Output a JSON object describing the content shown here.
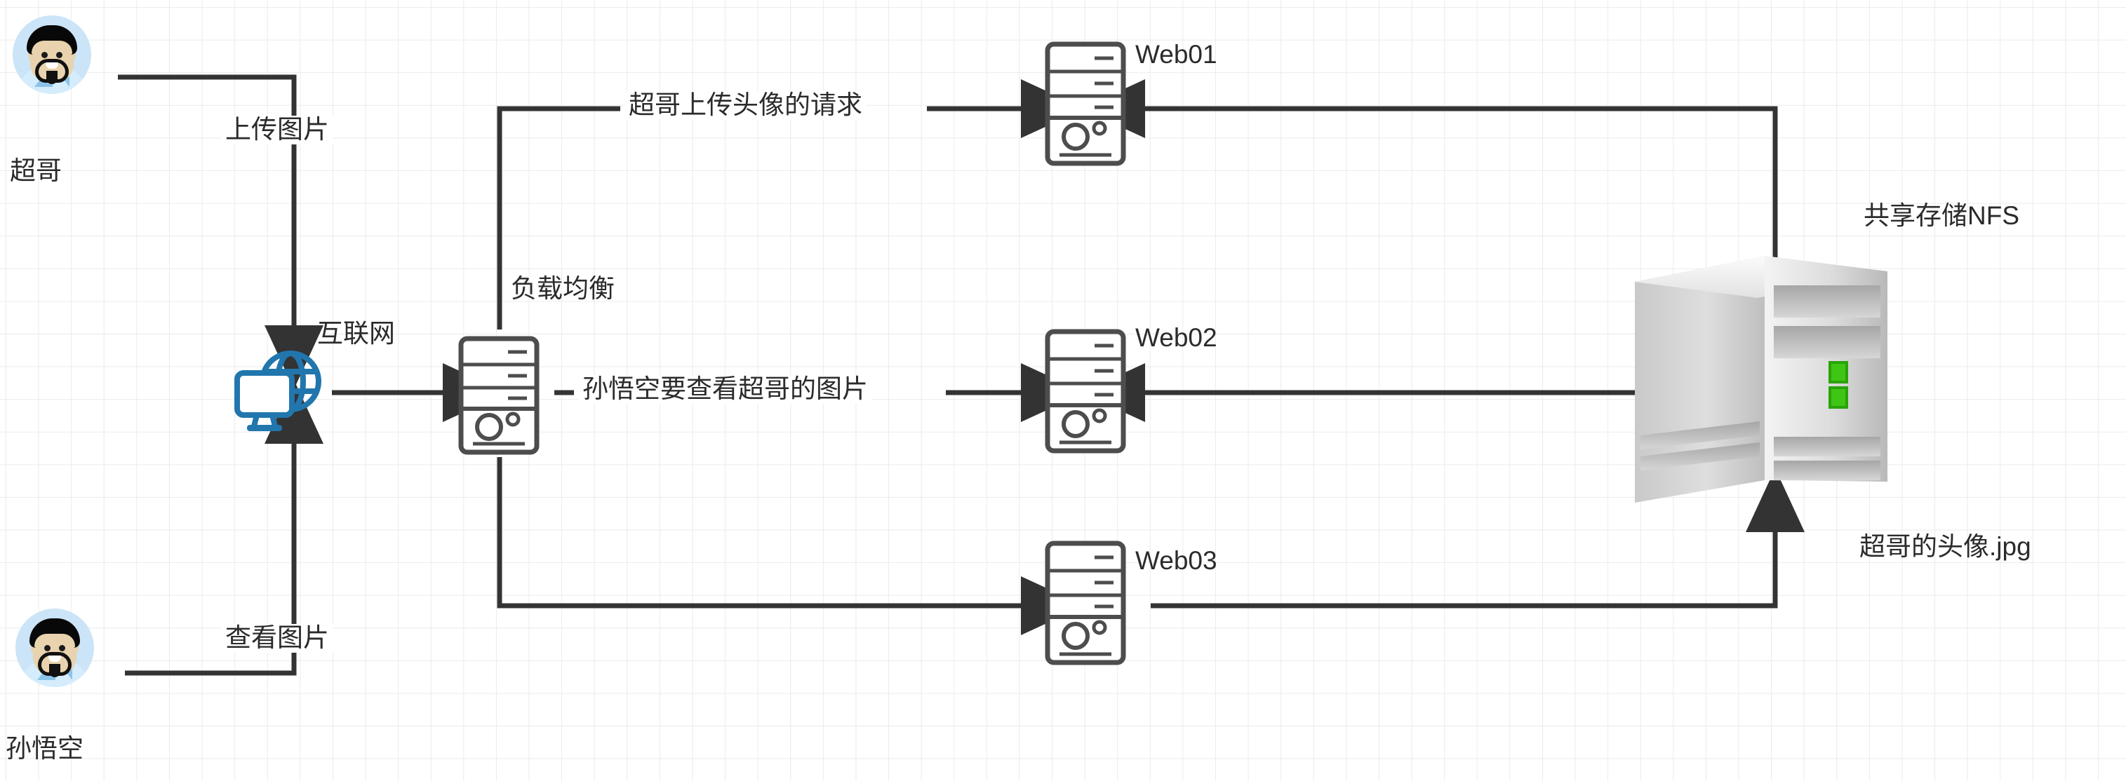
{
  "diagram": {
    "title_hidden": "",
    "background": {
      "grid_color": "#ebebeb",
      "page_color": "#ffffff"
    },
    "line_color": "#333333",
    "actors": [
      {
        "id": "chaoge",
        "name": "超哥",
        "icon": "user-avatar-icon"
      },
      {
        "id": "wukong",
        "name": "孙悟空",
        "icon": "user-avatar-icon"
      }
    ],
    "nodes": [
      {
        "id": "internet",
        "label": "互联网",
        "icon": "internet-globe-icon"
      },
      {
        "id": "loadbalancer",
        "label": "负载均衡",
        "icon": "server-tower-icon"
      },
      {
        "id": "web01",
        "label": "Web01",
        "icon": "server-tower-icon"
      },
      {
        "id": "web02",
        "label": "Web02",
        "icon": "server-tower-icon"
      },
      {
        "id": "web03",
        "label": "Web03",
        "icon": "server-tower-icon"
      },
      {
        "id": "nfs",
        "label": "共享存储NFS",
        "icon": "storage-server-icon"
      }
    ],
    "edge_labels": {
      "upload_image": "上传图片",
      "view_image": "查看图片",
      "upload_request": "超哥上传头像的请求",
      "view_request": "孙悟空要查看超哥的图片"
    },
    "file_label": "超哥的头像.jpg",
    "colors": {
      "globe_blue": "#2176ad",
      "avatar_bg": "#cbe4f7",
      "server_stroke": "#4d4d4d",
      "led_green": "#3fc514",
      "nfs_body": "#d8d8d8"
    }
  }
}
